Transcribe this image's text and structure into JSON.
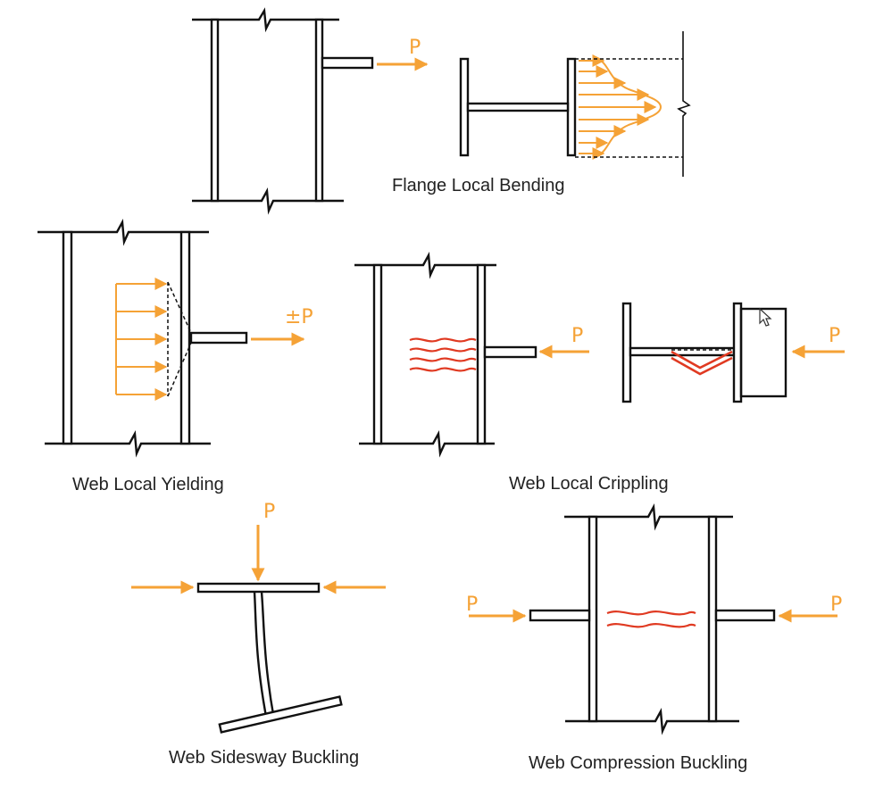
{
  "colors": {
    "force": "#f5a236",
    "line": "#111111",
    "wave": "#e03a22",
    "caption": "#222222"
  },
  "panels": {
    "flange_local_bending": {
      "caption": "Flange Local Bending",
      "load_label": "P"
    },
    "web_local_yielding": {
      "caption": "Web Local Yielding",
      "load_label": "±P"
    },
    "web_local_crippling": {
      "caption": "Web Local Crippling",
      "load_label_1": "P",
      "load_label_2": "P"
    },
    "web_sidesway_buckling": {
      "caption": "Web Sidesway Buckling",
      "load_label": "P"
    },
    "web_compression_buckling": {
      "caption": "Web Compression Buckling",
      "load_label_left": "P",
      "load_label_right": "P"
    }
  },
  "icons": {
    "cursor": "mouse-pointer-icon"
  }
}
